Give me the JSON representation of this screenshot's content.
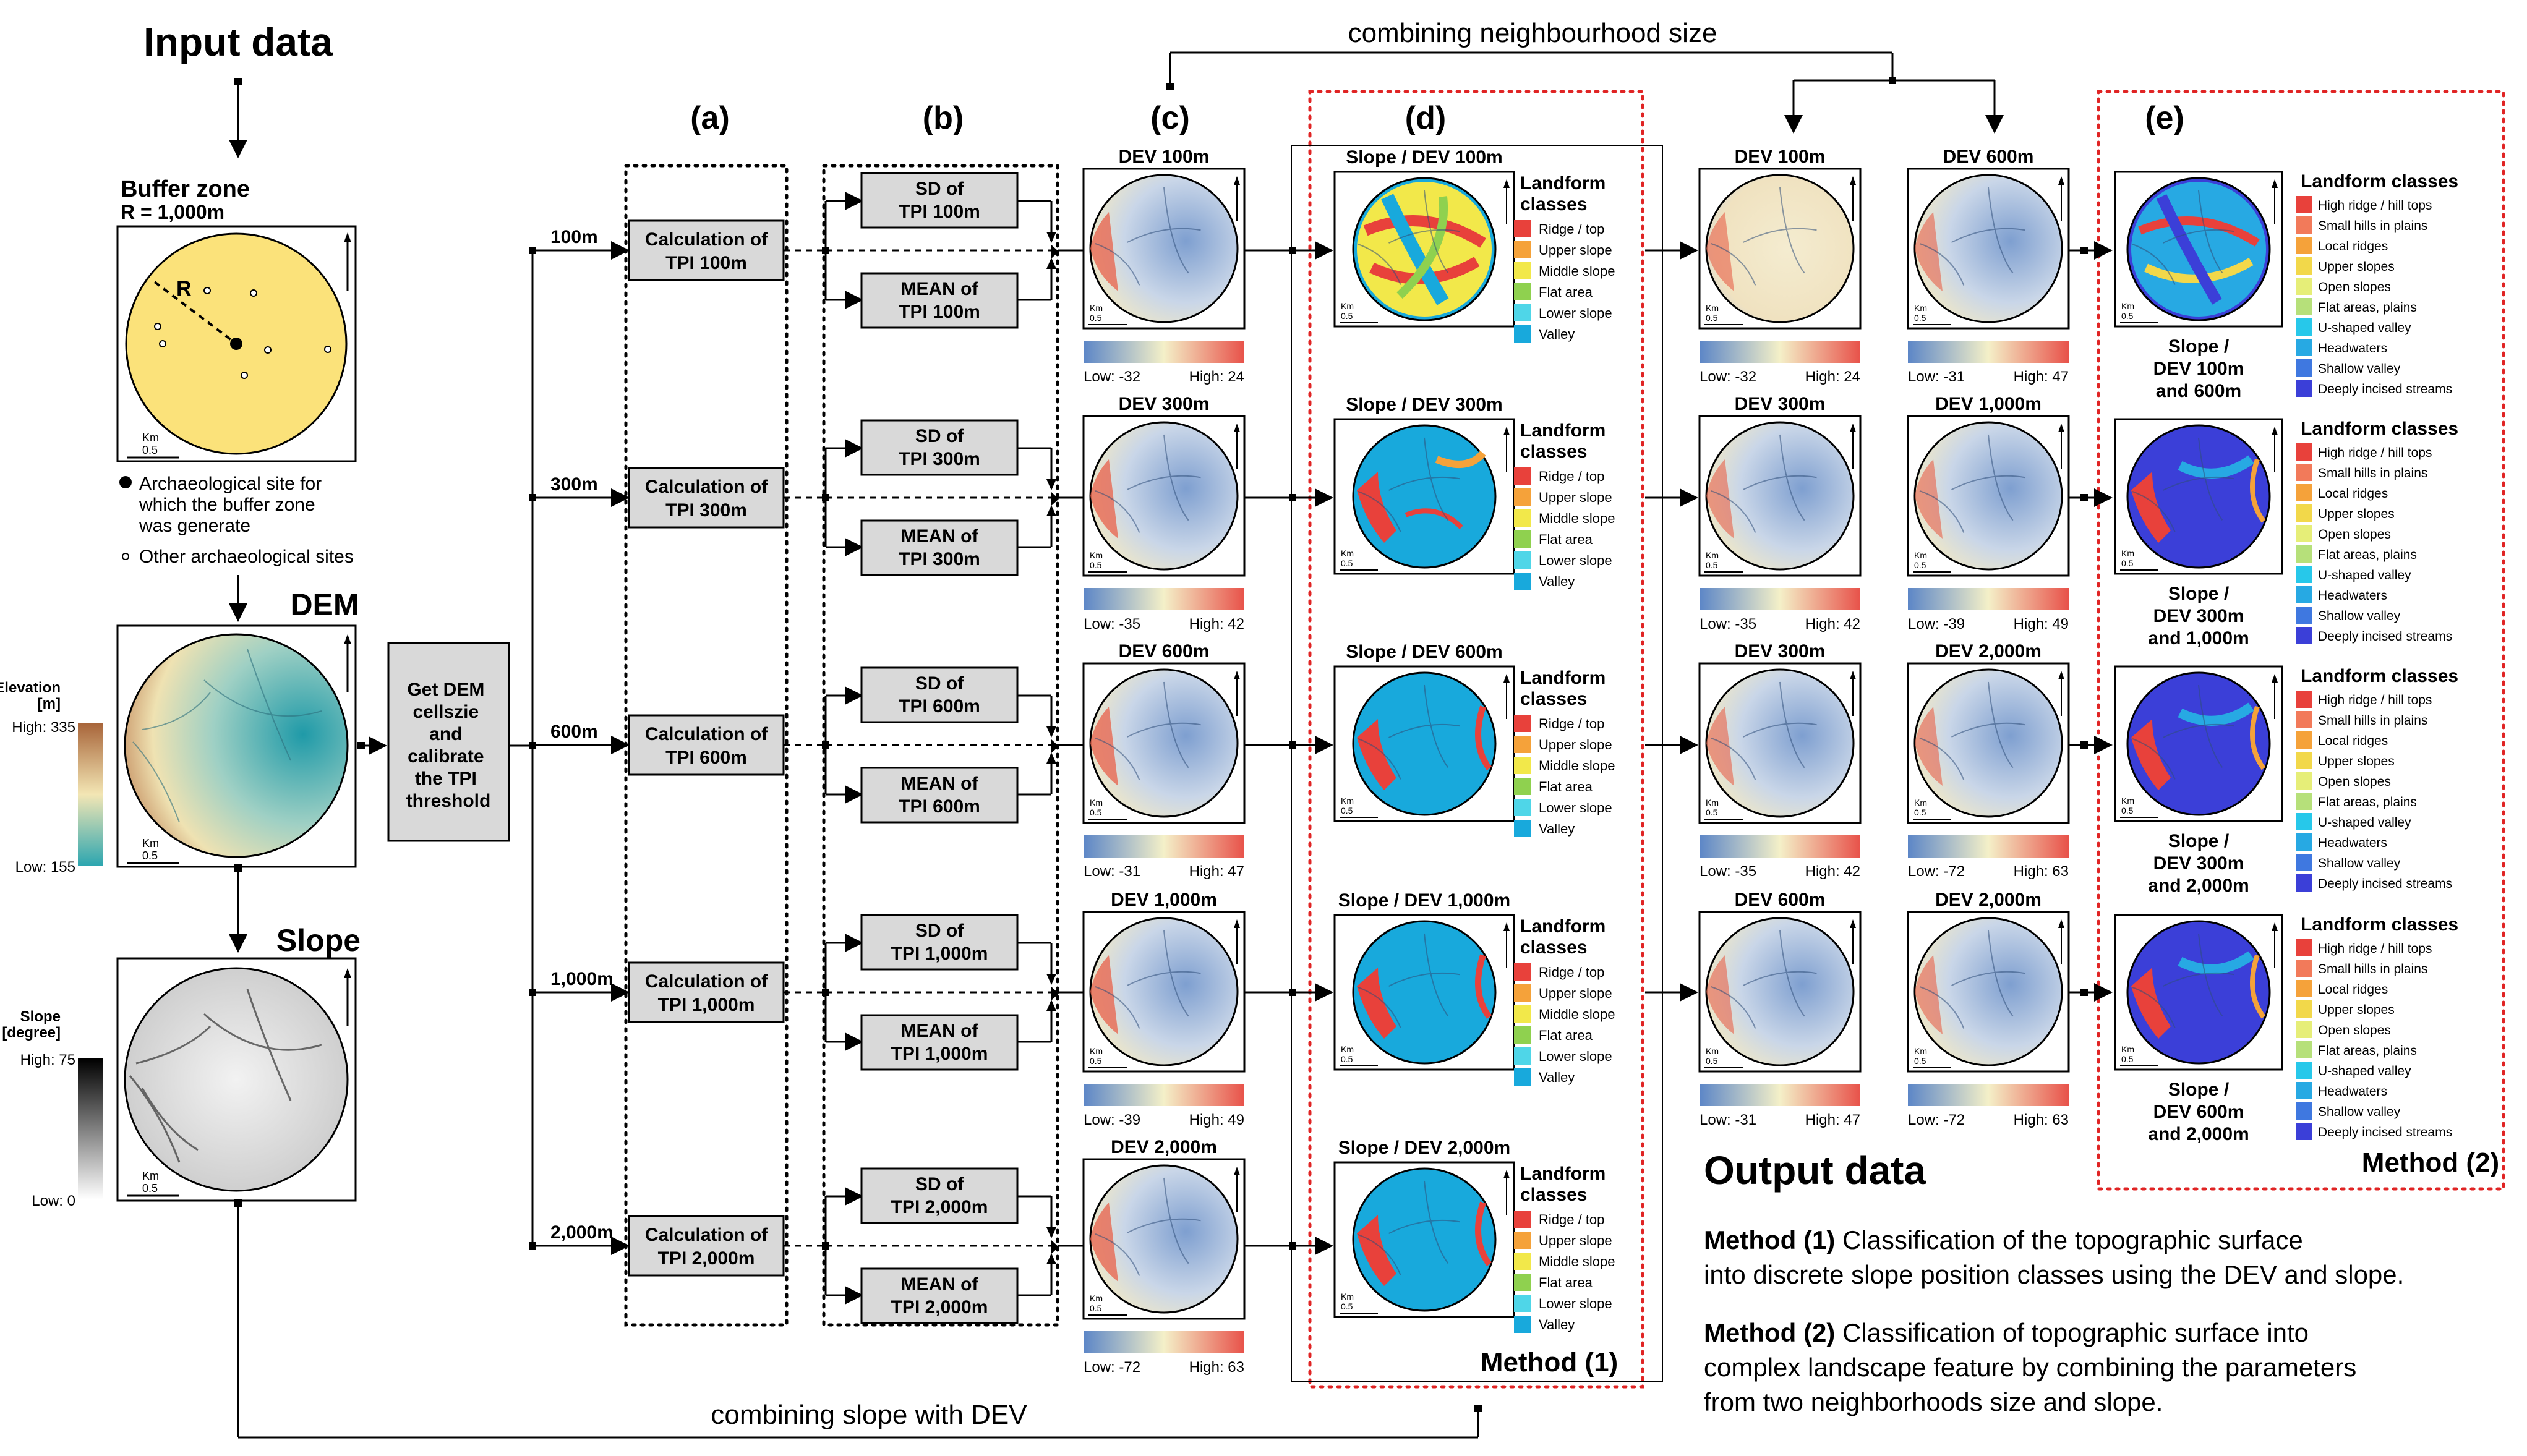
{
  "input": {
    "title": "Input data",
    "buffer_title": "Buffer zone",
    "buffer_radius": "R = 1,000m",
    "radius_label": "R",
    "legend_site": "Archaeological site for which the buffer zone was generate",
    "legend_site_lines": [
      "Archaeological site for",
      "which the buffer zone",
      "was generate"
    ],
    "legend_other": "Other archaeological sites",
    "dem_title": "DEM",
    "slope_title": "Slope",
    "elev_label": "Elevation",
    "elev_unit": "[m]",
    "elev_high": "High: 335",
    "elev_low": "Low: 155",
    "slope_label": "Slope",
    "slope_unit": "[degree]",
    "slope_high": "High: 75",
    "slope_low": "Low: 0",
    "scale_unit": "Km",
    "scale_value": "0.5",
    "north": "N"
  },
  "process": {
    "get_dem": [
      "Get DEM",
      "cellszie",
      "and",
      "calibrate",
      "the TPI",
      "threshold"
    ],
    "neighbourhoods": [
      "100m",
      "300m",
      "600m",
      "1,000m",
      "2,000m"
    ],
    "calc_lines": [
      [
        "Calculation of",
        "TPI 100m"
      ],
      [
        "Calculation of",
        "TPI 300m"
      ],
      [
        "Calculation of",
        "TPI 600m"
      ],
      [
        "Calculation of",
        "TPI 1,000m"
      ],
      [
        "Calculation of",
        "TPI 2,000m"
      ]
    ],
    "sd_lines": [
      [
        "SD of",
        "TPI 100m"
      ],
      [
        "SD of",
        "TPI 300m"
      ],
      [
        "SD of",
        "TPI 600m"
      ],
      [
        "SD of",
        "TPI 1,000m"
      ],
      [
        "SD of",
        "TPI 2,000m"
      ]
    ],
    "mean_lines": [
      [
        "MEAN of",
        "TPI 100m"
      ],
      [
        "MEAN of",
        "TPI 300m"
      ],
      [
        "MEAN of",
        "TPI 600m"
      ],
      [
        "MEAN of",
        "TPI 1,000m"
      ],
      [
        "MEAN of",
        "TPI 2,000m"
      ]
    ]
  },
  "columns": {
    "a": "(a)",
    "b": "(b)",
    "c": "(c)",
    "d": "(d)",
    "e": "(e)"
  },
  "dev_panels": [
    {
      "title": "DEV 100m",
      "low": "Low: -32",
      "high": "High: 24"
    },
    {
      "title": "DEV 300m",
      "low": "Low: -35",
      "high": "High: 42"
    },
    {
      "title": "DEV 600m",
      "low": "Low: -31",
      "high": "High: 47"
    },
    {
      "title": "DEV 1,000m",
      "low": "Low: -39",
      "high": "High: 49"
    },
    {
      "title": "DEV 2,000m",
      "low": "Low: -72",
      "high": "High: 63"
    }
  ],
  "method1": {
    "panel_titles": [
      "Slope / DEV 100m",
      "Slope / DEV 300m",
      "Slope / DEV 600m",
      "Slope / DEV 1,000m",
      "Slope / DEV 2,000m"
    ],
    "legend_title_lines": [
      "Landform",
      "classes"
    ],
    "classes": [
      "Ridge / top",
      "Upper slope",
      "Middle slope",
      "Flat area",
      "Lower slope",
      "Valley"
    ],
    "class_colors": [
      "#e8413b",
      "#f5a23a",
      "#f2e84a",
      "#8fd14f",
      "#4fd6e8",
      "#18a9dc"
    ],
    "label": "Method (1)"
  },
  "method2_inputs": {
    "left": [
      {
        "title": "DEV 100m",
        "low": "Low: -32",
        "high": "High: 24"
      },
      {
        "title": "DEV 300m",
        "low": "Low: -35",
        "high": "High: 42"
      },
      {
        "title": "DEV 300m",
        "low": "Low: -35",
        "high": "High: 42"
      },
      {
        "title": "DEV 600m",
        "low": "Low: -31",
        "high": "High: 47"
      }
    ],
    "right": [
      {
        "title": "DEV 600m",
        "low": "Low: -31",
        "high": "High: 47"
      },
      {
        "title": "DEV 1,000m",
        "low": "Low: -39",
        "high": "High: 49"
      },
      {
        "title": "DEV 2,000m",
        "low": "Low: -72",
        "high": "High: 63"
      },
      {
        "title": "DEV 2,000m",
        "low": "Low: -72",
        "high": "High: 63"
      }
    ]
  },
  "method2": {
    "legend_title": "Landform classes",
    "classes": [
      "High ridge / hill tops",
      "Small hills in plains",
      "Local ridges",
      "Upper slopes",
      "Open slopes",
      "Flat areas, plains",
      "U-shaped valley",
      "Headwaters",
      "Shallow valley",
      "Deeply incised streams"
    ],
    "class_colors": [
      "#e8413b",
      "#f27a5a",
      "#f5a23a",
      "#f2d84a",
      "#e6ee78",
      "#b6e07a",
      "#27c8ea",
      "#27a9e3",
      "#3f78e0",
      "#3b3fd8"
    ],
    "captions": [
      [
        "Slope /",
        "DEV 100m",
        "and 600m"
      ],
      [
        "Slope /",
        "DEV 300m",
        "and 1,000m"
      ],
      [
        "Slope /",
        "DEV 300m",
        "and 2,000m"
      ],
      [
        "Slope /",
        "DEV 600m",
        "and 2,000m"
      ]
    ],
    "label": "Method (2)"
  },
  "connectors": {
    "top": "combining neighbourhood size",
    "bottom": "combining slope with DEV"
  },
  "output": {
    "title": "Output data",
    "m1_label": "Method (1)",
    "m1_text": " Classification of the topographic surface",
    "m1_text2": "into discrete slope position classes using the DEV and slope.",
    "m2_label": "Method (2)",
    "m2_text": " Classification of topographic surface into",
    "m2_text2": "complex landscape feature by combining the parameters",
    "m2_text3": "from two neighborhoods size and slope."
  }
}
